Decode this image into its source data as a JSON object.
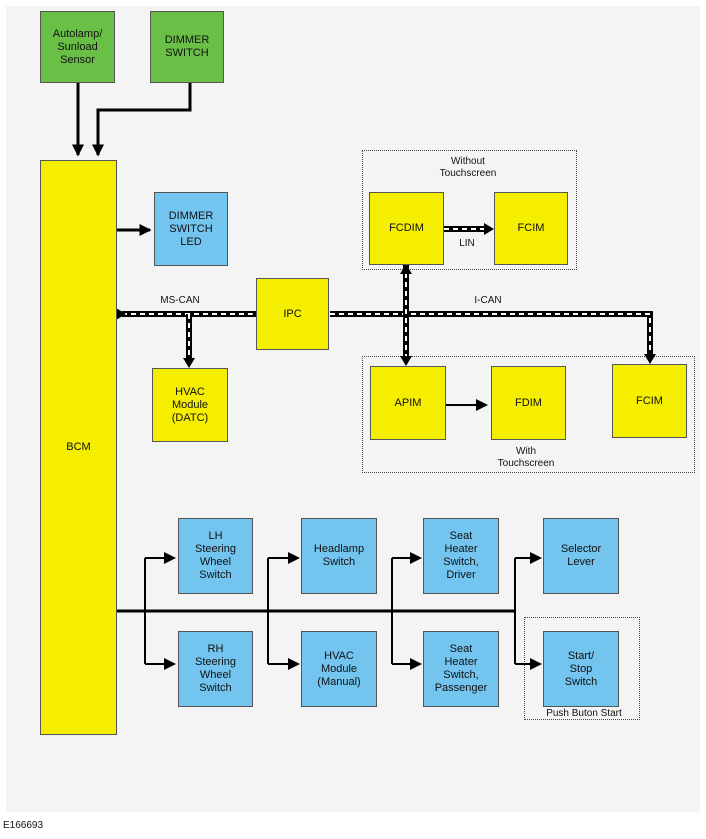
{
  "figure_id": "E166693",
  "modules": {
    "autolamp": "Autolamp/\nSunload\nSensor",
    "dimmer_switch": "DIMMER\nSWITCH",
    "bcm": "BCM",
    "dimmer_led": "DIMMER\nSWITCH\nLED",
    "ipc": "IPC",
    "hvac_datc": "HVAC\nModule\n(DATC)",
    "fcdim": "FCDIM",
    "fcim_top": "FCIM",
    "apim": "APIM",
    "fdim": "FDIM",
    "fcim_right": "FCIM",
    "lh_steering": "LH\nSteering\nWheel\nSwitch",
    "rh_steering": "RH\nSteering\nWheel\nSwitch",
    "headlamp": "Headlamp\nSwitch",
    "hvac_manual": "HVAC\nModule\n(Manual)",
    "seat_driver": "Seat\nHeater\nSwitch,\nDriver",
    "seat_passenger": "Seat\nHeater\nSwitch,\nPassenger",
    "selector": "Selector\nLever",
    "start_stop": "Start/\nStop\nSwitch"
  },
  "labels": {
    "without_touchscreen": "Without\nTouchscreen",
    "with_touchscreen": "With\nTouchscreen",
    "push_button_start": "Push Buton Start",
    "ms_can": "MS-CAN",
    "i_can": "I-CAN",
    "lin": "LIN"
  }
}
